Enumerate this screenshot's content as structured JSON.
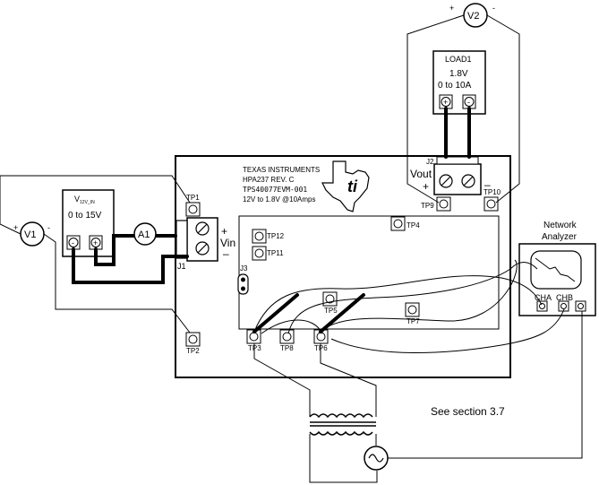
{
  "board": {
    "logo_text": [
      "TEXAS INSTRUMENTS",
      "HPA237 REV. C",
      "TPS40077EVM-001",
      "12V to 1.8V @10Amps"
    ],
    "vin": {
      "plus": "+",
      "label": "Vin",
      "minus": "–"
    },
    "vout": {
      "label": "Vout",
      "plus": "+",
      "minus": "–"
    },
    "connectors": {
      "j1": "J1",
      "j2": "J2",
      "j3": "J3"
    }
  },
  "test_points": {
    "tp1": "TP1",
    "tp2": "TP2",
    "tp3": "TP3",
    "tp4": "TP4",
    "tp5": "TP5",
    "tp6": "TP6",
    "tp7": "TP7",
    "tp8": "TP8",
    "tp9": "TP9",
    "tp10": "TP10",
    "tp11": "TP11",
    "tp12": "TP12"
  },
  "supply": {
    "name": "V",
    "subscript": "12V_IN",
    "range": "0 to 15V",
    "minus": "-",
    "plus": "+"
  },
  "meters": {
    "v1": {
      "label": "V1",
      "plus": "+",
      "minus": "-"
    },
    "a1": {
      "label": "A1"
    },
    "v2": {
      "label": "V2",
      "plus": "+",
      "minus": "-"
    }
  },
  "load": {
    "name": "LOAD1",
    "voltage": "1.8V",
    "range": "0 to 10A",
    "plus": "+",
    "minus": "-"
  },
  "analyzer": {
    "title_line1": "Network",
    "title_line2": "Analyzer",
    "cha": "CHA",
    "chb": "CHB"
  },
  "note": "See section 3.7"
}
